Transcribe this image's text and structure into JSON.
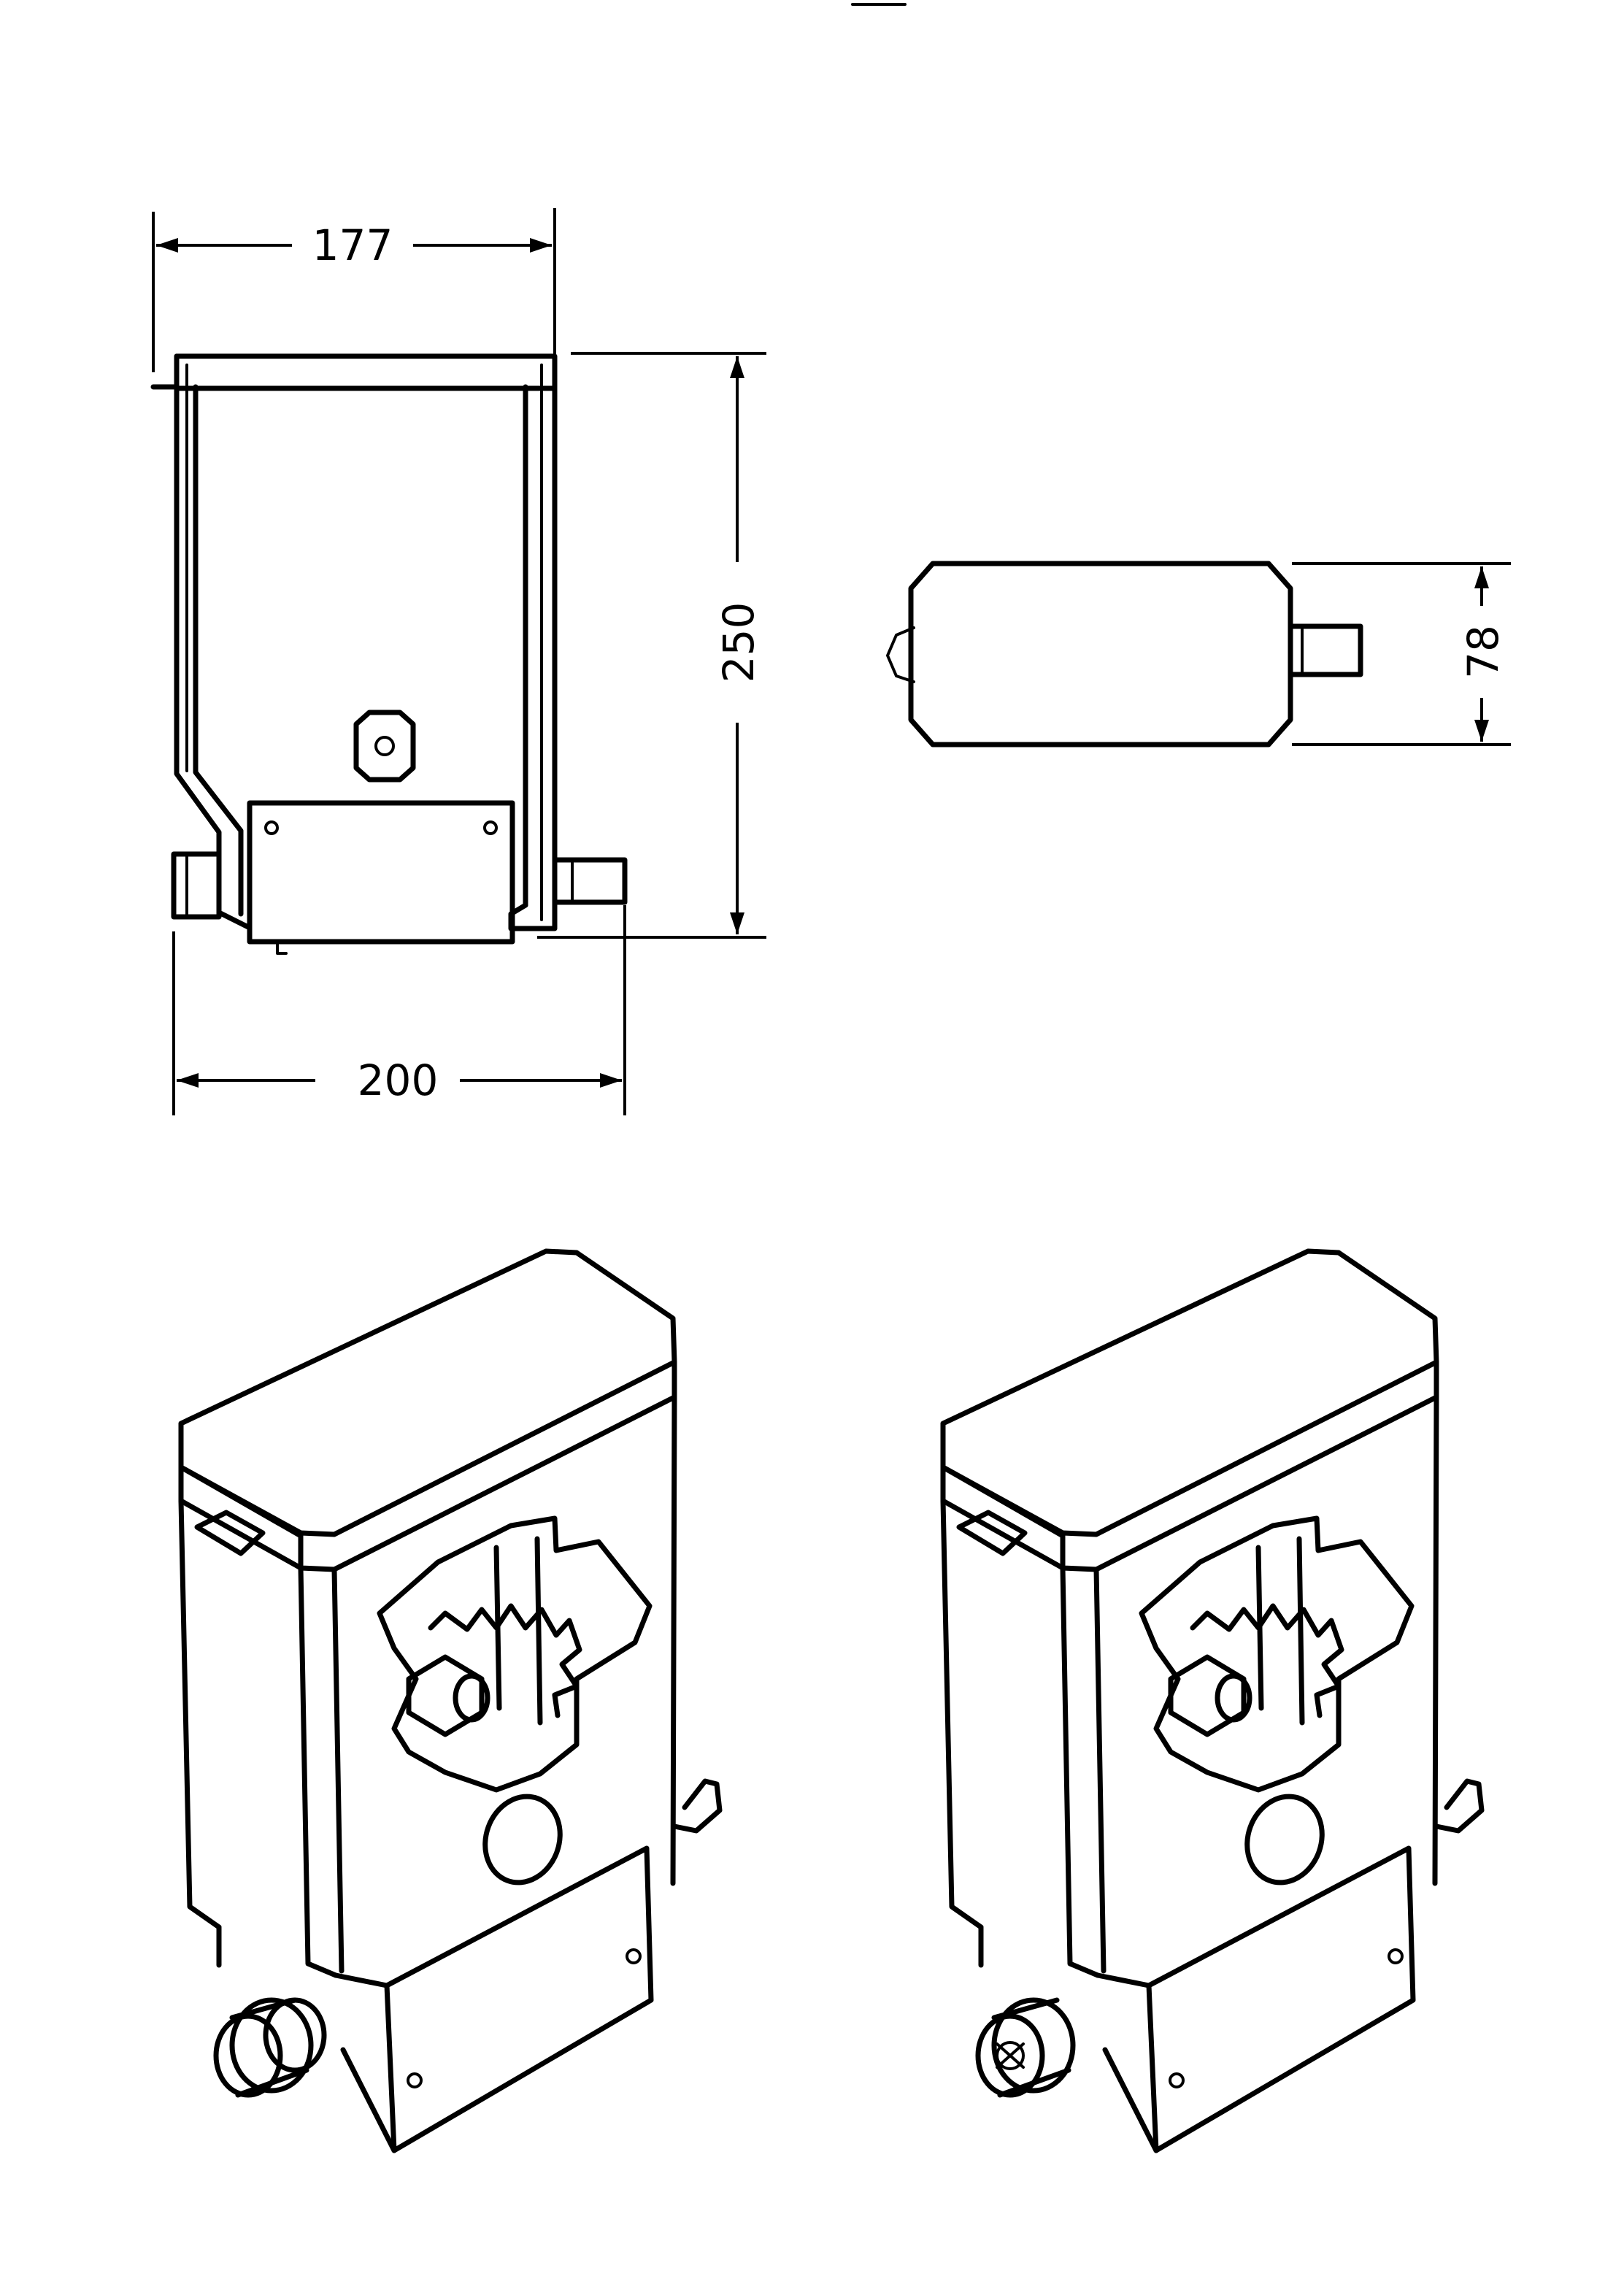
{
  "drawing": {
    "dimensions": {
      "top_width": "177",
      "bottom_width": "200",
      "height": "250",
      "depth": "78"
    }
  },
  "colors": {
    "ink": "#000000",
    "paper": "#ffffff"
  }
}
